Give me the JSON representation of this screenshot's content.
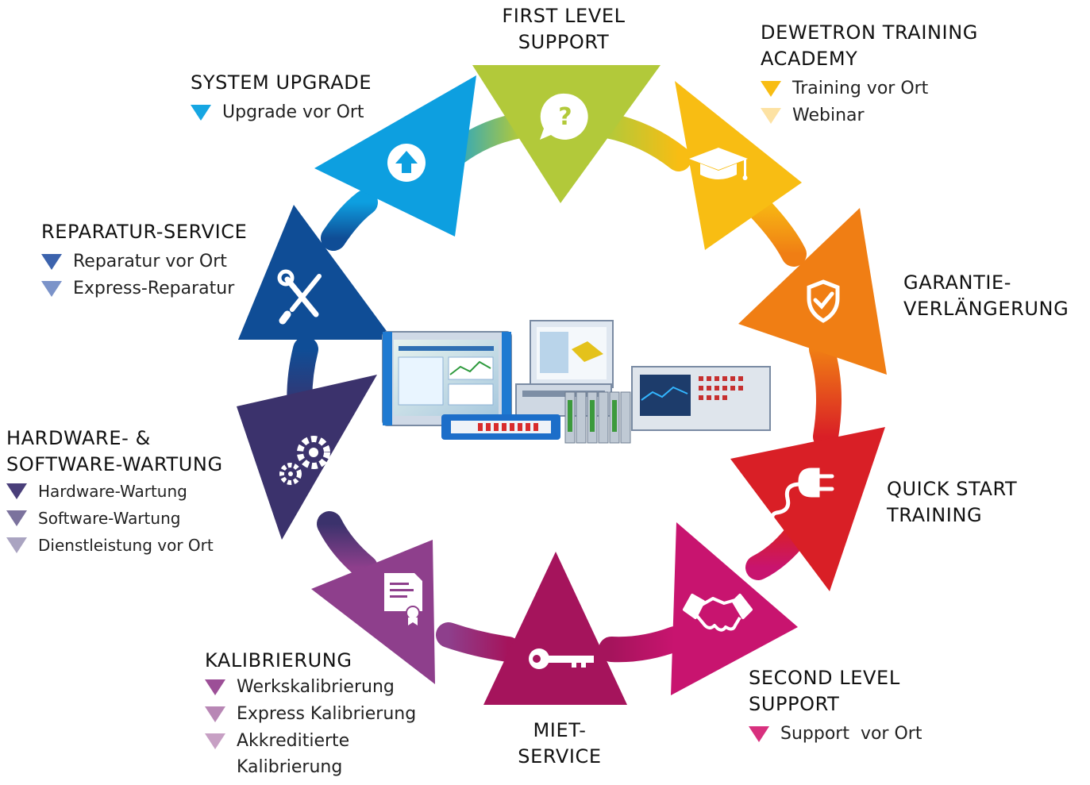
{
  "segments": [
    {
      "id": "first-level-support",
      "title_lines": [
        "FIRST LEVEL",
        "SUPPORT"
      ],
      "color": "#b2c93a",
      "icon": "question-bubble-icon",
      "options": []
    },
    {
      "id": "dewetron-training-academy",
      "title_lines": [
        "DEWETRON TRAINING",
        "ACADEMY"
      ],
      "color": "#f8bd13",
      "icon": "graduation-cap-icon",
      "options": [
        {
          "label": "Training vor Ort",
          "color": "#f8bd13"
        },
        {
          "label": "Webinar",
          "color": "#fde2a3"
        }
      ]
    },
    {
      "id": "garantie-verlaengerung",
      "title_lines": [
        "GARANTIE-",
        "VERLÄNGERUNG"
      ],
      "color": "#f07e14",
      "icon": "shield-check-icon",
      "options": []
    },
    {
      "id": "quick-start-training",
      "title_lines": [
        "QUICK START",
        "TRAINING"
      ],
      "color": "#d91f26",
      "icon": "plug-icon",
      "options": []
    },
    {
      "id": "second-level-support",
      "title_lines": [
        "SECOND LEVEL",
        "SUPPORT"
      ],
      "color": "#c8146f",
      "icon": "handshake-icon",
      "options": [
        {
          "label": "Support  vor Ort",
          "color": "#d8307e"
        }
      ]
    },
    {
      "id": "miet-service",
      "title_lines": [
        "MIET-",
        "SERVICE"
      ],
      "color": "#a5145c",
      "icon": "key-icon",
      "options": []
    },
    {
      "id": "kalibrierung",
      "title_lines": [
        "KALIBRIERUNG"
      ],
      "color": "#8e3f8c",
      "icon": "certificate-icon",
      "options": [
        {
          "label": "Werkskalibrierung",
          "color": "#9c4f97"
        },
        {
          "label": "Express Kalibrierung",
          "color": "#b887b5"
        },
        {
          "label": "Akkreditierte Kalibrierung",
          "color": "#c7a0c4",
          "lines": [
            "Akkreditierte",
            "Kalibrierung"
          ]
        }
      ]
    },
    {
      "id": "hardware-software-wartung",
      "title_lines": [
        "HARDWARE- &",
        "SOFTWARE-WARTUNG"
      ],
      "color": "#3b326c",
      "icon": "gears-icon",
      "options": [
        {
          "label": "Hardware-Wartung",
          "color": "#4a3f7a"
        },
        {
          "label": "Software-Wartung",
          "color": "#7b729d"
        },
        {
          "label": "Dienstleistung vor Ort",
          "color": "#aaa4c1"
        }
      ]
    },
    {
      "id": "reparatur-service",
      "title_lines": [
        "REPARATUR-SERVICE"
      ],
      "color": "#0f4d96",
      "icon": "tools-icon",
      "options": [
        {
          "label": "Reparatur vor Ort",
          "color": "#3c63ad"
        },
        {
          "label": "Express-Reparatur",
          "color": "#7b93c9"
        }
      ]
    },
    {
      "id": "system-upgrade",
      "title_lines": [
        "SYSTEM UPGRADE"
      ],
      "color": "#0d9fe0",
      "icon": "upload-arrow-icon",
      "options": [
        {
          "label": "Upgrade vor Ort",
          "color": "#16a6e2"
        }
      ]
    }
  ],
  "center_image": {
    "icon": "measurement-devices-image"
  }
}
